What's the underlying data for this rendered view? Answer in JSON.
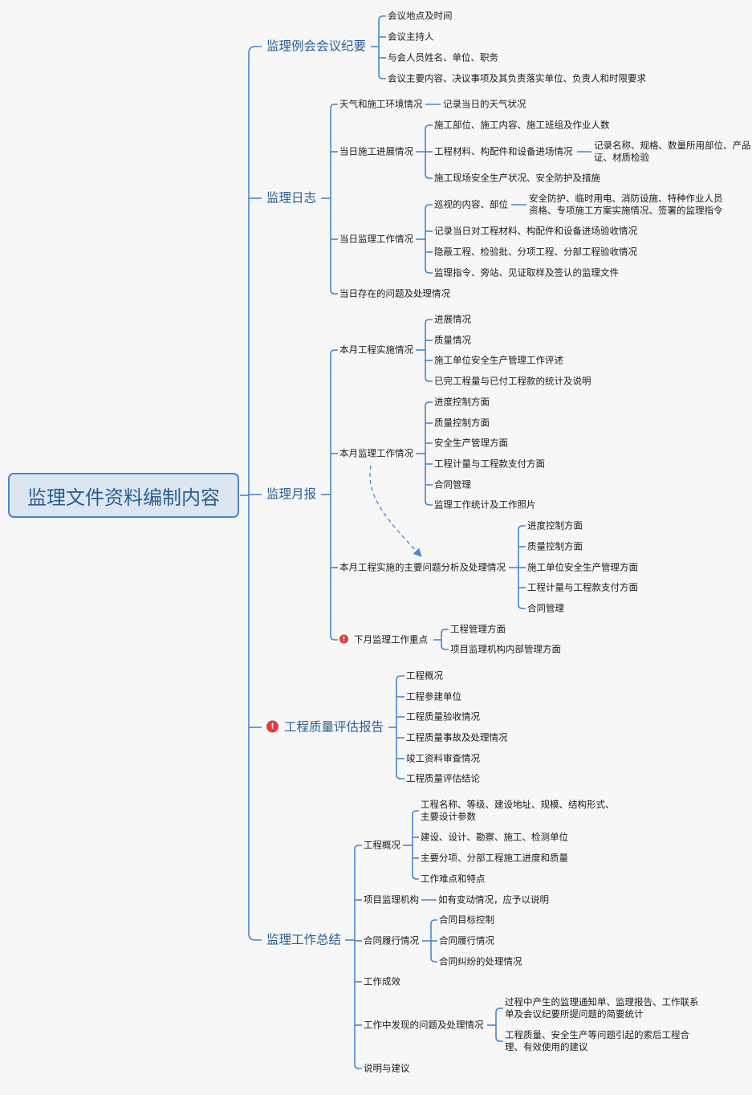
{
  "root": "监理文件资料编制内容",
  "colors": {
    "line": "#4a86c8",
    "root_fill": "#dce6f1",
    "root_text": "#2a5d8f",
    "marker": "#e23b3b"
  },
  "branches": {
    "meeting": {
      "label": "监理例会会议纪要",
      "items": [
        "会议地点及时间",
        "会议主持人",
        "与会人员姓名、单位、职务",
        "会议主要内容、决议事项及其负责落实单位、负责人和时限要求"
      ]
    },
    "log": {
      "label": "监理日志",
      "weather": {
        "label": "天气和施工环境情况",
        "detail": "记录当日的天气状况"
      },
      "progress": {
        "label": "当日施工进展情况",
        "items": [
          "施工部位、施工内容、施工班组及作业人数",
          "工程材料、构配件和设备进场情况",
          "施工现场安全生产状况、安全防护及措施"
        ],
        "material_detail": "记录名称、规格、数量所用部位、产品证、材质检验"
      },
      "work": {
        "label": "当日监理工作情况",
        "items": [
          "巡视的内容、部位",
          "记录当日对工程材料、构配件和设备进场验收情况",
          "隐蔽工程、检验批、分项工程、分部工程验收情况",
          "监理指令、旁站、见证取样及签认的监理文件"
        ],
        "patrol_detail": "安全防护、临时用电、消防设施、特种作业人员资格、专项施工方案实施情况、签署的监理指令"
      },
      "issues": "当日存在的问题及处理情况"
    },
    "monthly": {
      "label": "监理月报",
      "impl": {
        "label": "本月工程实施情况",
        "items": [
          "进展情况",
          "质量情况",
          "施工单位安全生产管理工作评述",
          "已完工程量与已付工程款的统计及说明"
        ]
      },
      "work": {
        "label": "本月监理工作情况",
        "items": [
          "进度控制方面",
          "质量控制方面",
          "安全生产管理方面",
          "工程计量与工程款支付方面",
          "合同管理",
          "监理工作统计及工作照片"
        ]
      },
      "problems": {
        "label": "本月工程实施的主要问题分析及处理情况",
        "items": [
          "进度控制方面",
          "质量控制方面",
          "施工单位安全生产管理方面",
          "工程计量与工程款支付方面",
          "合同管理"
        ]
      },
      "next": {
        "label": "下月监理工作重点",
        "items": [
          "工程管理方面",
          "项目监理机构内部管理方面"
        ]
      }
    },
    "quality": {
      "label": "工程质量评估报告",
      "items": [
        "工程概况",
        "工程参建单位",
        "工程质量验收情况",
        "工程质量事故及处理情况",
        "竣工资料审查情况",
        "工程质量评估结论"
      ]
    },
    "summary": {
      "label": "监理工作总结",
      "overview": {
        "label": "工程概况",
        "items": [
          "工程名称、等级、建设地址、规模、结构形式、主要设计参数",
          "建设、设计、勘察、施工、检测单位",
          "主要分项、分部工程施工进度和质量",
          "工作难点和特点"
        ]
      },
      "org": {
        "label": "项目监理机构",
        "detail": "如有变动情况，应予以说明"
      },
      "contract": {
        "label": "合同履行情况",
        "items": [
          "合同目标控制",
          "合同履行情况",
          "合同纠纷的处理情况"
        ]
      },
      "results": "工作成效",
      "found": {
        "label": "工作中发现的问题及处理情况",
        "items": [
          "过程中产生的监理通知单、监理报告、工作联系单及会议纪要所提问题的简要统计",
          "工程质量、安全生产等问题引起的索后工程合理、有效使用的建议"
        ]
      },
      "advice": "说明与建议"
    }
  }
}
